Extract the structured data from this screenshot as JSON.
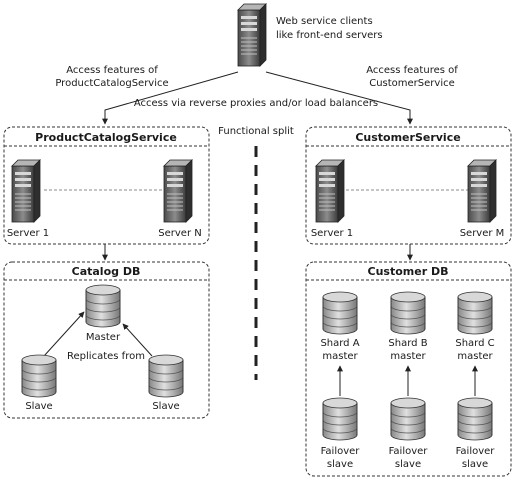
{
  "clients": {
    "label_line1": "Web service clients",
    "label_line2": "like front-end servers"
  },
  "access_left": {
    "line1": "Access features of",
    "line2": "ProductCatalogService"
  },
  "access_right": {
    "line1": "Access features of",
    "line2": "CustomerService"
  },
  "proxy_label": "Access via reverse proxies and/or load balancers",
  "functional_split": "Functional split",
  "product_service": {
    "title": "ProductCatalogService",
    "server_first": "Server 1",
    "server_last": "Server N"
  },
  "customer_service": {
    "title": "CustomerService",
    "server_first": "Server 1",
    "server_last": "Server M"
  },
  "catalog_db": {
    "title": "Catalog DB",
    "master": "Master",
    "replicates": "Replicates from",
    "slave_left": "Slave",
    "slave_right": "Slave"
  },
  "customer_db": {
    "title": "Customer DB",
    "shards": [
      {
        "line1": "Shard A",
        "line2": "master"
      },
      {
        "line1": "Shard B",
        "line2": "master"
      },
      {
        "line1": "Shard C",
        "line2": "master"
      }
    ],
    "failovers": [
      {
        "line1": "Failover",
        "line2": "slave"
      },
      {
        "line1": "Failover",
        "line2": "slave"
      },
      {
        "line1": "Failover",
        "line2": "slave"
      }
    ]
  }
}
